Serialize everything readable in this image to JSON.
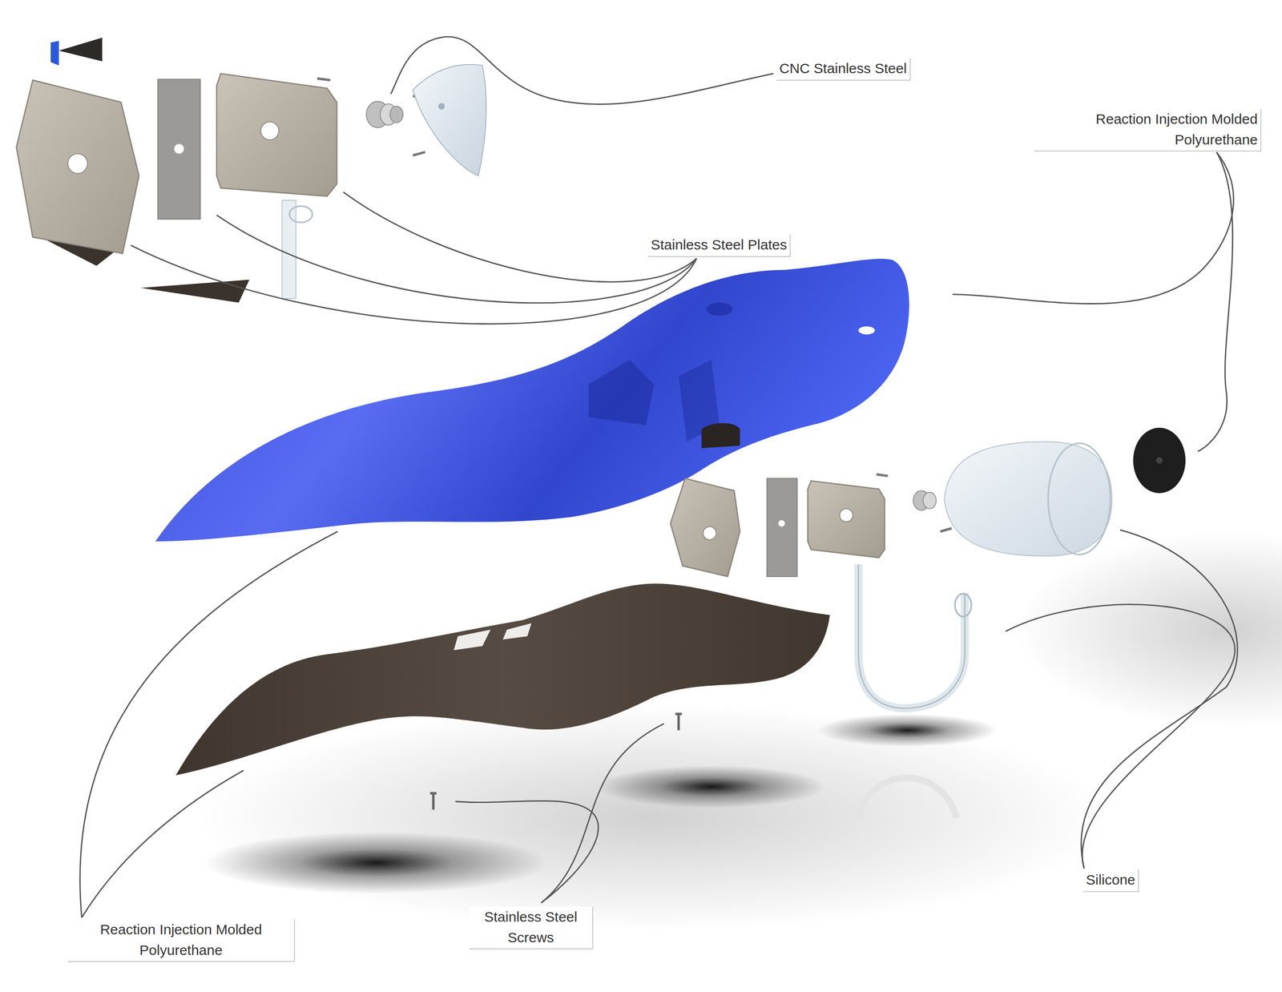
{
  "diagram": {
    "labels": [
      "CNC Stainless Steel",
      "Reaction Injection Molded Polyurethane",
      "Stainless Steel Plates",
      "Reaction Injection Molded Polyurethane",
      "Stainless Steel Screws",
      "Silicone"
    ]
  }
}
